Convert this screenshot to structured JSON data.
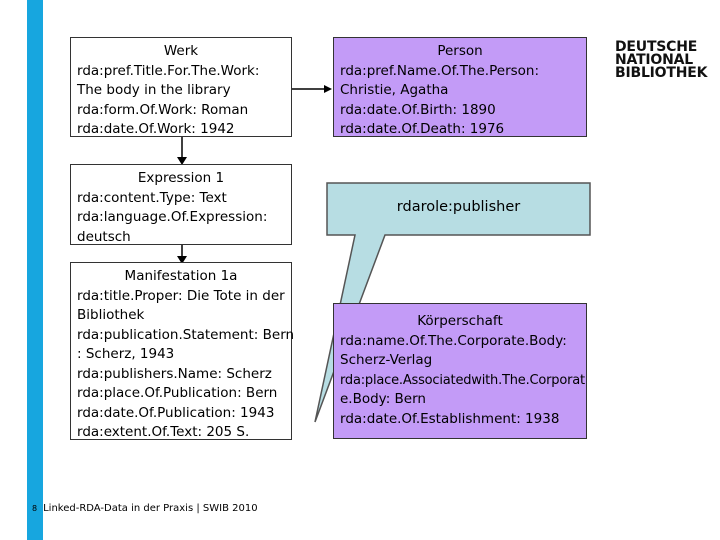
{
  "werk": {
    "title": "Werk",
    "lines": [
      "rda:pref.Title.For.The.Work:",
      "The body in the library",
      "rda:form.Of.Work: Roman",
      "rda:date.Of.Work: 1942"
    ]
  },
  "expression": {
    "title": "Expression 1",
    "lines": [
      "rda:content.Type: Text",
      "rda:language.Of.Expression:",
      "deutsch"
    ]
  },
  "manifestation": {
    "title": "Manifestation 1a",
    "lines": [
      "rda:title.Proper: Die Tote in der",
      "Bibliothek",
      "rda:publication.Statement: Bern",
      ": Scherz, 1943",
      "rda:publishers.Name: Scherz",
      "rda:place.Of.Publication: Bern",
      "rda:date.Of.Publication: 1943",
      "rda:extent.Of.Text: 205 S."
    ]
  },
  "person": {
    "title": "Person",
    "lines": [
      "rda:pref.Name.Of.The.Person:",
      "Christie, Agatha",
      "rda:date.Of.Birth: 1890",
      "rda:date.Of.Death: 1976"
    ]
  },
  "callout": {
    "label": "rdarole:publisher"
  },
  "koerperschaft": {
    "title": "Körperschaft",
    "lines": [
      "rda:name.Of.The.Corporate.Body:",
      "Scherz-Verlag",
      "rda:place.Associatedwith.The.Corporat",
      "e.Body: Bern",
      "rda:date.Of.Establishment: 1938"
    ]
  },
  "logo": {
    "lines": [
      "DEUTSCHE",
      "NATIONAL",
      "BIBLIOTHEK"
    ]
  },
  "footer": {
    "page": "8",
    "text": "Linked-RDA-Data in der Praxis | SWIB 2010"
  },
  "colors": {
    "sidebar": "#17a6df",
    "entity_purple": "#c39bf7",
    "callout_fill": "#b7dde3"
  }
}
